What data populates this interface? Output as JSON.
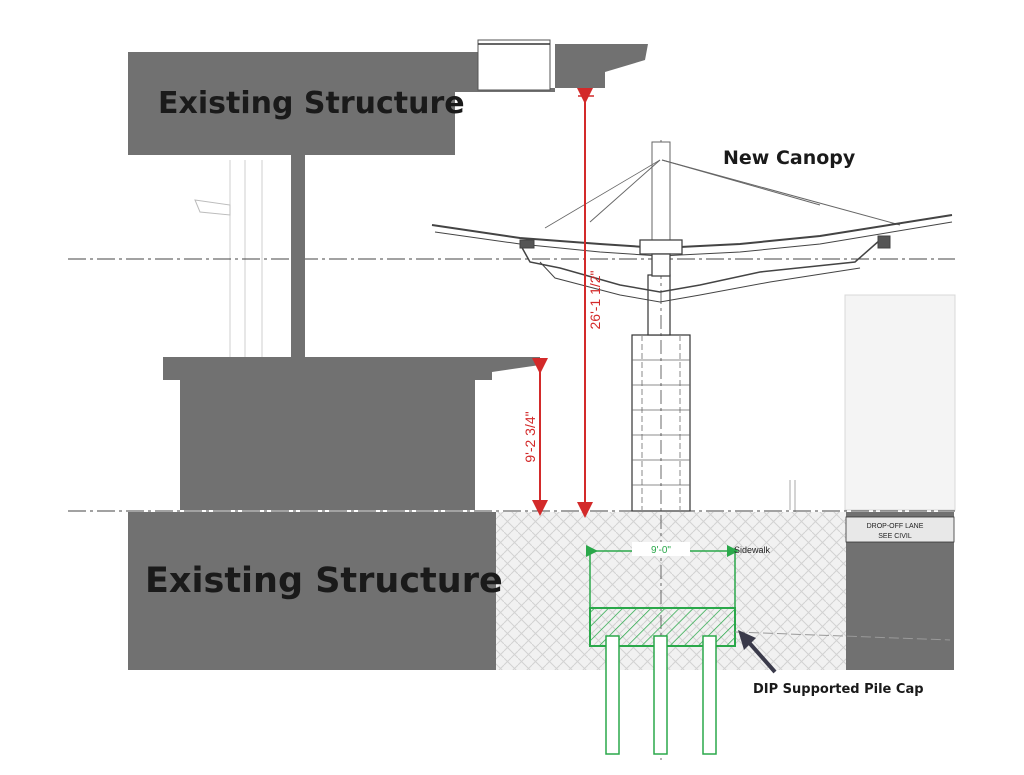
{
  "labels": {
    "existing_structure_top": "Existing Structure",
    "existing_structure_bottom": "Existing Structure",
    "new_canopy": "New Canopy",
    "pile_cap": "DIP Supported Pile Cap",
    "sidewalk": "Sidewalk",
    "drop_off_lane": "DROP-OFF LANE",
    "see_civil": "SEE CIVIL"
  },
  "dimensions": {
    "canopy_height": "26'-1 1/2\"",
    "lower_clearance": "9'-2 3/4\"",
    "pile_cap_width": "9'-0\""
  },
  "colors": {
    "structure": "#717171",
    "dimension_red": "#d32a2a",
    "pile_green": "#2aa84a",
    "line_dark": "#333333"
  }
}
